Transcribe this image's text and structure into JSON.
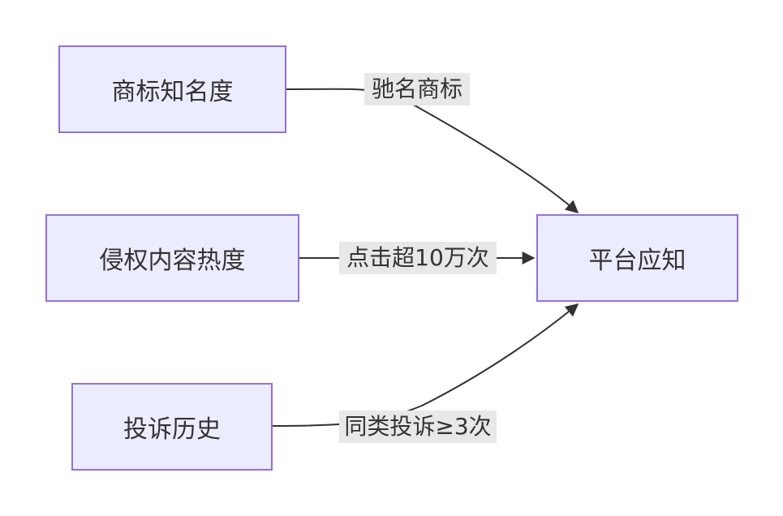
{
  "nodes": {
    "brand_fame": "商标知名度",
    "infringement_heat": "侵权内容热度",
    "complaint_history": "投诉历史",
    "platform_awareness": "平台应知"
  },
  "edges": {
    "well_known_mark": "驰名商标",
    "clicks_over": "点击超10万次",
    "similar_complaints": "同类投诉≥3次"
  },
  "colors": {
    "node_fill": "#ECECFF",
    "node_border": "#9370DB",
    "edge_line": "#333333",
    "label_bg": "#e8e8e8"
  }
}
